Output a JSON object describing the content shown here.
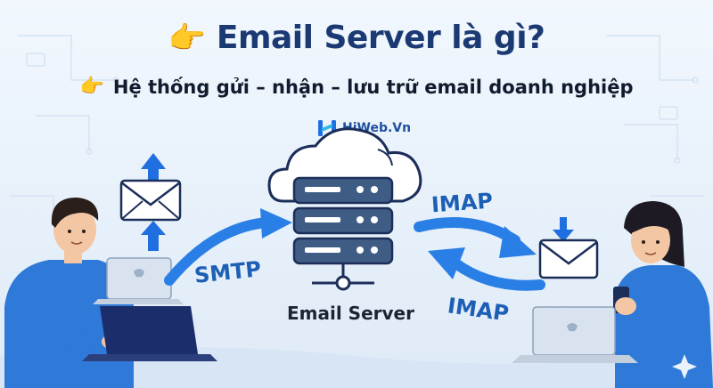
{
  "header": {
    "title": "Email Server là gì?",
    "title_icon": "pointing-hand-icon",
    "subtitle": "Hệ thống gửi – nhận – lưu trữ email doanh nghiệp",
    "subtitle_icon": "pointing-hand-icon"
  },
  "brand": {
    "name": "HiWeb.Vn"
  },
  "diagram": {
    "send_protocol": "SMTP",
    "receive_protocol_top": "IMAP",
    "receive_protocol_bottom": "IMAP",
    "server_label": "Email Server"
  },
  "colors": {
    "title": "#1b3a73",
    "accent_blue": "#1f6fe0",
    "arrow_blue": "#2a7fe6",
    "server_dark": "#3f5d84",
    "background": "#eaf3fb"
  }
}
